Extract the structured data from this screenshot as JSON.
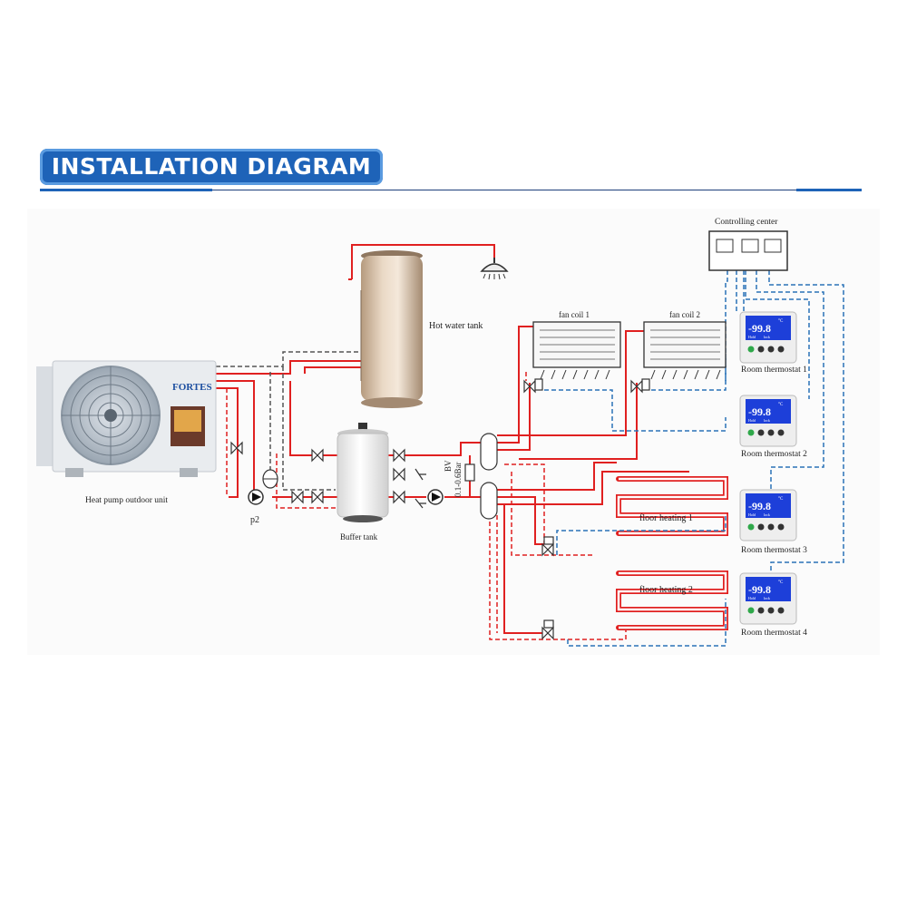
{
  "header": {
    "title": "INSTALLATION DIAGRAM"
  },
  "labels": {
    "controlling_center": "Controlling center",
    "hot_water_tank": "Hot water tank",
    "fan_coil_1": "fan coil 1",
    "fan_coil_2": "fan coil 2",
    "room_thermostat_1": "Room thermostat 1",
    "room_thermostat_2": "Room thermostat 2",
    "room_thermostat_3": "Room thermostat 3",
    "room_thermostat_4": "Room thermostat 4",
    "floor_heating_1": "floor heating 1",
    "floor_heating_2": "floor heating 2",
    "heat_pump": "Heat pump outdoor unit",
    "buffer_tank": "Buffer tank",
    "pump_p2": "p2",
    "bypass_valve": "BV",
    "bypass_pressure": "0.1-0.6Bar",
    "brand": "FORTES"
  },
  "thermostat_display": {
    "reading": "-99.8",
    "unit": "°C",
    "sub_left": "Hold",
    "sub_right": "lock"
  },
  "colors": {
    "banner": "#1e63b8",
    "hot_pipe": "#e02020",
    "return_pipe": "#e02020",
    "signal": "#2b73b8",
    "ref_gray": "#555555"
  }
}
